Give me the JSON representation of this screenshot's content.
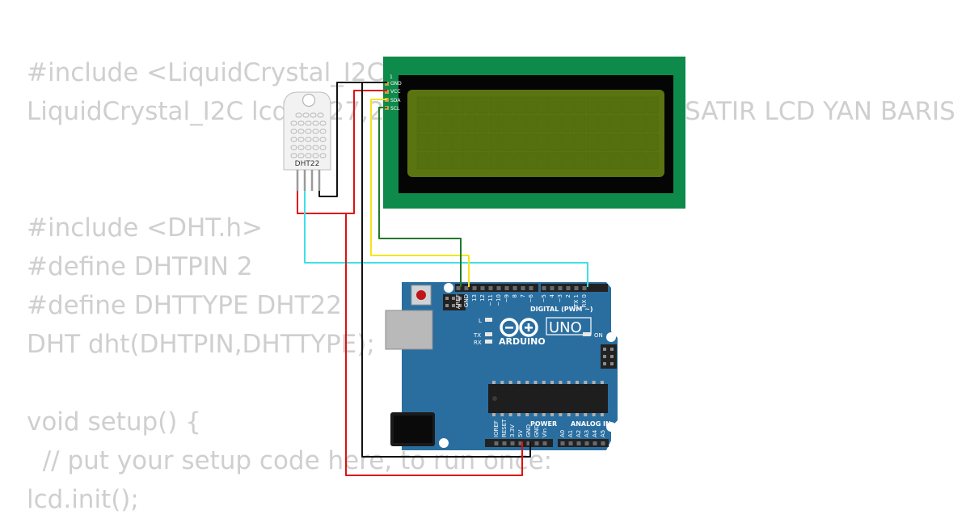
{
  "code_lines": [
    "#include <LiquidCrystal_I2C.h>",
    "LiquidCrystal_I2C lcd(0x27,20,4);  // 20 KARAKTER 4 SATIR LCD YAN BARIS",
    "",
    "",
    "#include <DHT.h>",
    "#define DHTPIN 2",
    "#define DHTTYPE DHT22",
    "DHT dht(DHTPIN,DHTTYPE);",
    "",
    "void setup() {",
    "  // put your setup code here, to run once:",
    "lcd.init();"
  ],
  "dht": {
    "label": "DHT22"
  },
  "lcd": {
    "pins": [
      "1",
      "GND",
      "VCC",
      "SDA",
      "SCL"
    ]
  },
  "arduino": {
    "model": "UNO",
    "brand": "ARDUINO",
    "digital_header": "DIGITAL (PWM ~)",
    "digital_pins": [
      "AREF",
      "GND",
      "13",
      "12",
      "~11",
      "~10",
      "~9",
      "8",
      "7",
      "~6",
      "~5",
      "4",
      "~3",
      "2",
      "TX 1",
      "RX 0"
    ],
    "led_labels": [
      "L",
      "TX",
      "RX"
    ],
    "on_label": "ON",
    "power_header": "POWER",
    "power_pins": [
      "IOREF",
      "RESET",
      "3.3V",
      "5V",
      "GND",
      "GND",
      "Vin"
    ],
    "analog_header": "ANALOG IN",
    "analog_pins": [
      "A0",
      "A1",
      "A2",
      "A3",
      "A4",
      "A5"
    ]
  },
  "colors": {
    "code_text": "#cfcfcf",
    "pcb_green": "#0e8a4a",
    "lcd_screen": "#5a7411",
    "arduino_blue": "#2a6ea0",
    "wire_black": "#111111",
    "wire_red": "#dd1111",
    "wire_yellow": "#f4e51c",
    "wire_green": "#1f7a2a",
    "wire_cyan": "#3ee0e8"
  }
}
